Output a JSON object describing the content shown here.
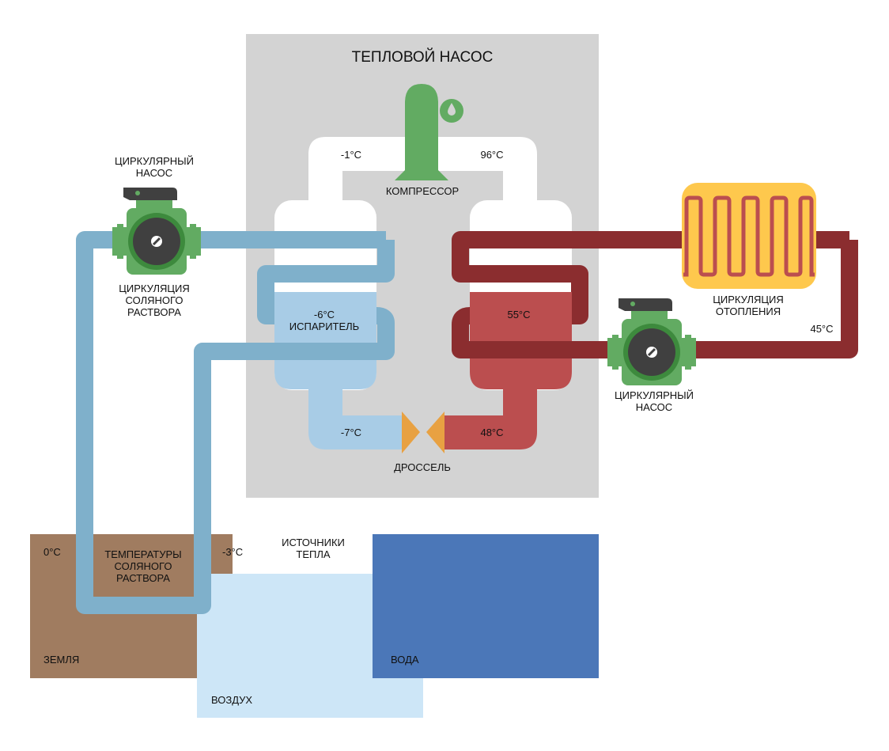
{
  "title": "ТЕПЛОВОЙ НАСОС",
  "colors": {
    "unit_bg": "#d3d3d3",
    "refrigerant_line": "#ffffff",
    "compressor": "#62ab62",
    "pump_body": "#62ab62",
    "pump_dark": "#404040",
    "brine_pipe": "#7fb0cb",
    "evaporator": "#a8cce6",
    "condenser": "#bb4e4f",
    "heating_pipe": "#8b2d2f",
    "throttle": "#e8a142",
    "radiator": "#fec84d",
    "earth": "#a07c60",
    "air": "#cde6f7",
    "water": "#4b77b8"
  },
  "compressor": {
    "label": "КОМПРЕССОР",
    "temp_in": "-1°C",
    "temp_out": "96°C",
    "icon": "oil-drop-icon"
  },
  "evaporator": {
    "temp": "-6°C",
    "label": "ИСПАРИТЕЛЬ"
  },
  "condenser": {
    "temp": "55°C"
  },
  "throttle": {
    "label": "ДРОССЕЛЬ",
    "temp_cold": "-7°C",
    "temp_hot": "48°C"
  },
  "brine_pump": {
    "label_line1": "ЦИРКУЛЯРНЫЙ",
    "label_line2": "НАСОС",
    "circuit_line1": "ЦИРКУЛЯЦИЯ",
    "circuit_line2": "СОЛЯНОГО",
    "circuit_line3": "РАСТВОРА"
  },
  "heating_pump": {
    "label_line1": "ЦИРКУЛЯРНЫЙ",
    "label_line2": "НАСОС"
  },
  "heating": {
    "label_line1": "ЦИРКУЛЯЦИЯ",
    "label_line2": "ОТОПЛЕНИЯ",
    "return_temp": "45°C"
  },
  "sources": {
    "title_line1": "ИСТОЧНИКИ",
    "title_line2": "ТЕПЛА",
    "earth": {
      "label": "ЗЕМЛЯ",
      "temp": "0°C"
    },
    "brine_temps": {
      "line1": "ТЕМПЕРАТУРЫ",
      "line2": "СОЛЯНОГО",
      "line3": "РАСТВОРА",
      "temp": "-3°C"
    },
    "air": {
      "label": "ВОЗДУХ"
    },
    "water": {
      "label": "ВОДА"
    }
  }
}
